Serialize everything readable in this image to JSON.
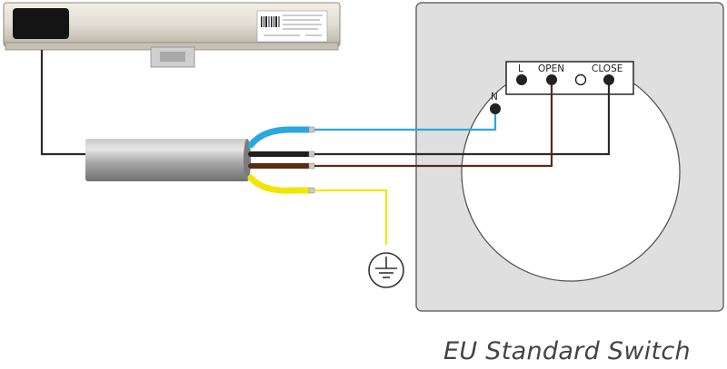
{
  "caption": "EU Standard Switch",
  "terminals": {
    "l": "L",
    "open": "OPEN",
    "close": "CLOSE",
    "n": "N"
  },
  "wire_colors": {
    "black": "#2a2a2a",
    "blue": "#29a8e0",
    "brown": "#5b2a14",
    "yellow": "#f2e600",
    "ground_symbol": "#333333"
  },
  "icons": {
    "actuator": "window-chain-actuator-icon",
    "cable": "multi-core-cable-icon",
    "ground": "ground-symbol-icon",
    "switch": "wall-switch-plate-icon"
  }
}
